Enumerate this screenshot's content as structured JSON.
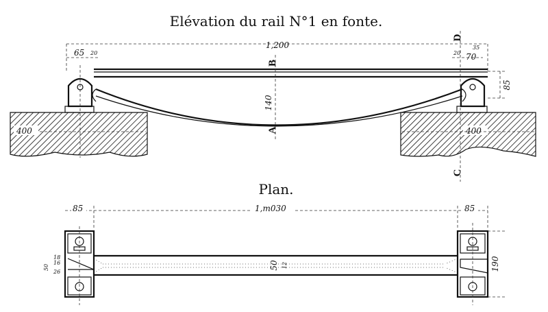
{
  "elevation": {
    "title": "Elévation du rail N°1 en fonte.",
    "dims": {
      "total_length": "1,200",
      "left_support": "65",
      "left_gap": "20",
      "right_gap": "20",
      "right_support": "70",
      "right_top": "35",
      "height": "85",
      "beam_depth": "140",
      "masonry_left": "400",
      "masonry_right": "400"
    },
    "section_labels": {
      "a": "A",
      "b": "B",
      "c": "C",
      "d": "D"
    }
  },
  "plan": {
    "title": "Plan.",
    "dims": {
      "left_plate": "85",
      "right_plate": "85",
      "span": "1,m030",
      "rail_width": "50",
      "rail_inner": "12",
      "plate_width": "190",
      "left_small_1": "50",
      "left_small_2": "18",
      "left_small_3": "16",
      "left_small_4": "26"
    }
  }
}
